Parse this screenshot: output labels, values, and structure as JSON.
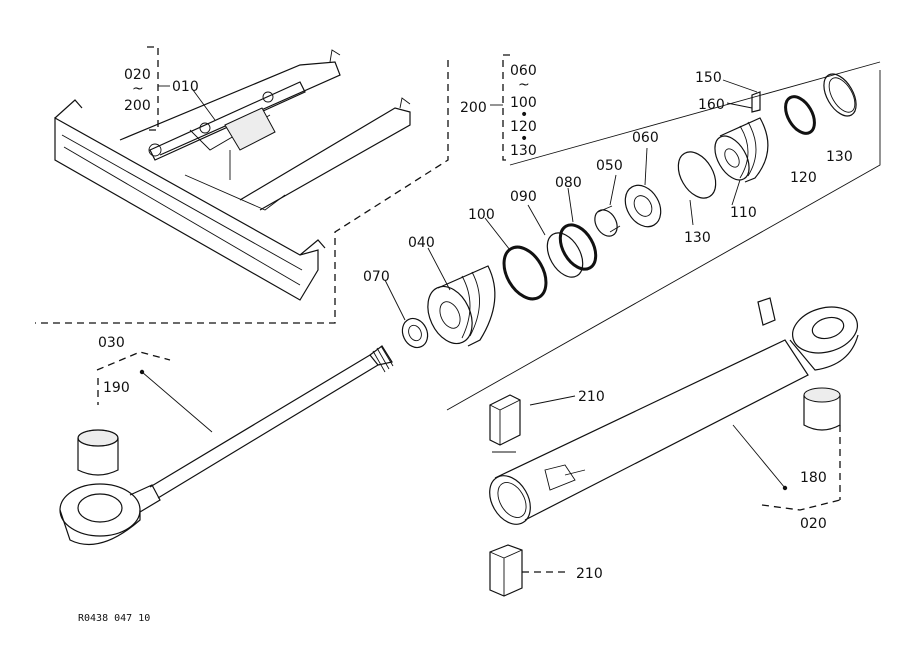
{
  "figure_code": "R0438 047 10",
  "labels": {
    "p010": "010",
    "p020_top": "020",
    "tilde_1": "~",
    "p200_left": "200",
    "p200_grp": "200",
    "p060_grp": "060",
    "tilde_2": "~",
    "p100_grp": "100",
    "dot_1": "•",
    "p120_grp": "120",
    "dot_2": "•",
    "p130_grp": "130",
    "p150": "150",
    "p160": "160",
    "p130_r": "130",
    "p120": "120",
    "p110": "110",
    "p130_mid": "130",
    "p060": "060",
    "p050": "050",
    "p080": "080",
    "p090": "090",
    "p100": "100",
    "p040": "040",
    "p070": "070",
    "p030": "030",
    "p190": "190",
    "p210_top": "210",
    "p210_bot": "210",
    "p180": "180",
    "p020_bot": "020"
  }
}
